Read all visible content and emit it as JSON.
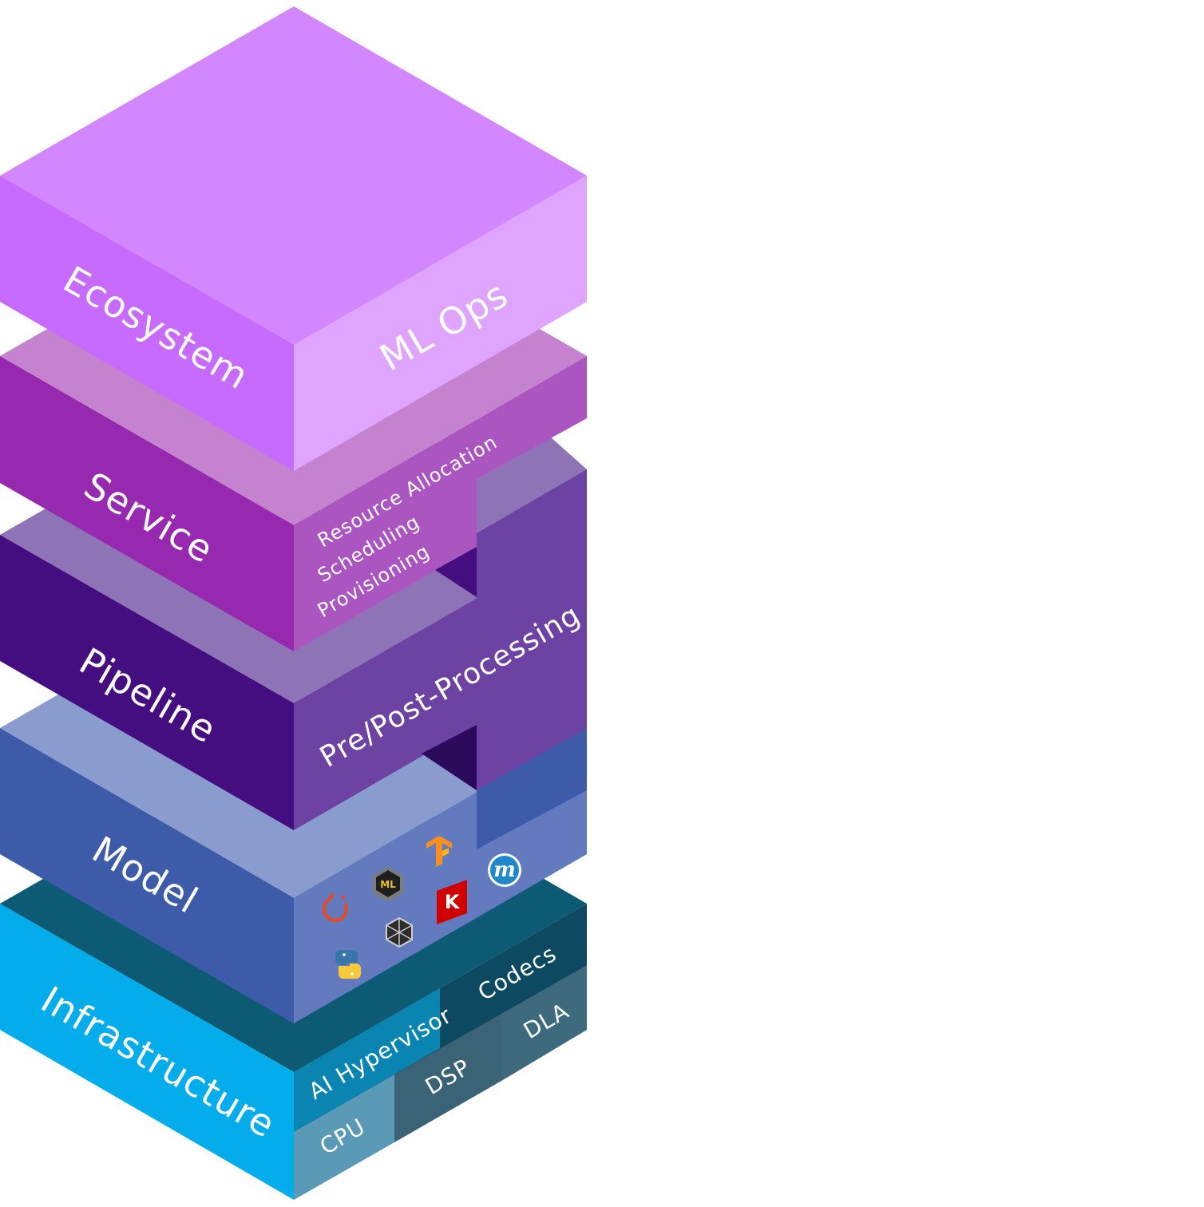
{
  "layers": {
    "ecosystem": {
      "left_label": "Ecosystem",
      "right_label": "ML Ops"
    },
    "service": {
      "left_label": "Service",
      "items": [
        "Resource Allocation",
        "Scheduling",
        "Provisioning"
      ]
    },
    "pipeline": {
      "left_label": "Pipeline",
      "right_label": "Pre/Post-Processing"
    },
    "model": {
      "left_label": "Model",
      "icons": [
        "pytorch-icon",
        "coreml-icon",
        "tensorflow-icon",
        "keras-icon",
        "mxnet-icon",
        "onnx-icon",
        "python-icon"
      ],
      "icon_texts": {
        "coreml": "ML",
        "keras": "K",
        "mxnet": "m"
      }
    },
    "infrastructure": {
      "left_label": "Infrastructure",
      "blocks": {
        "ai_hypervisor": "AI Hypervisor",
        "codecs": "Codecs",
        "cpu": "CPU",
        "dsp": "DSP",
        "dla": "DLA"
      }
    }
  },
  "colors": {
    "ecosystem": [
      "#d387fe",
      "#c66bfe",
      "#dfa4fe"
    ],
    "service": [
      "#c482cf",
      "#9728b0",
      "#ab55c1"
    ],
    "pipeline": [
      "#8e73b7",
      "#440e80",
      "#6c42a3"
    ],
    "model": [
      "#8a9ccd",
      "#3e5ba9",
      "#637abf"
    ],
    "infrastructure": [
      "#0c5a74",
      "#03aceb",
      "#0d4960"
    ],
    "blocks": {
      "ai_hypervisor": "#0a85b2",
      "codecs": "#0b4f6b",
      "cpu": "#5a9ab6",
      "dsp": "#3b6376",
      "dla": "#3e6a7d"
    }
  }
}
